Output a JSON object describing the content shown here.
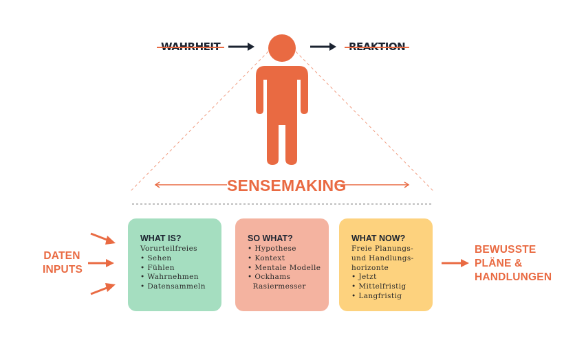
{
  "top": {
    "left": "WAHRHEIT",
    "right": "REAKTION"
  },
  "center": {
    "label": "SENSEMAKING"
  },
  "inputs": {
    "line1": "DATEN",
    "line2": "INPUTS"
  },
  "output": {
    "line1": "BEWUSSTE",
    "line2": "PLÄNE &",
    "line3": "HANDLUNGEN"
  },
  "boxes": [
    {
      "title": "WHAT IS?",
      "lines": [
        "Vorurteilfreies",
        "• Sehen",
        "• Fühlen",
        "• Wahrnehmen",
        "• Datensammeln"
      ]
    },
    {
      "title": "SO WHAT?",
      "lines": [
        "• Hypothese",
        "• Kontext",
        "• Mentale Modelle",
        "• Ockhams",
        "  Rasiermesser"
      ]
    },
    {
      "title": "WHAT NOW?",
      "lines": [
        "Freie Planungs-",
        "und Handlungs-",
        "horizonte",
        "• Jetzt",
        "• Mittelfristig",
        "• Langfristig"
      ]
    }
  ],
  "colors": {
    "accent": "#e96a42",
    "dark": "#1b2330",
    "green": "#a5dec0",
    "salmon": "#f4b3a0",
    "yellow": "#fdd27e"
  }
}
